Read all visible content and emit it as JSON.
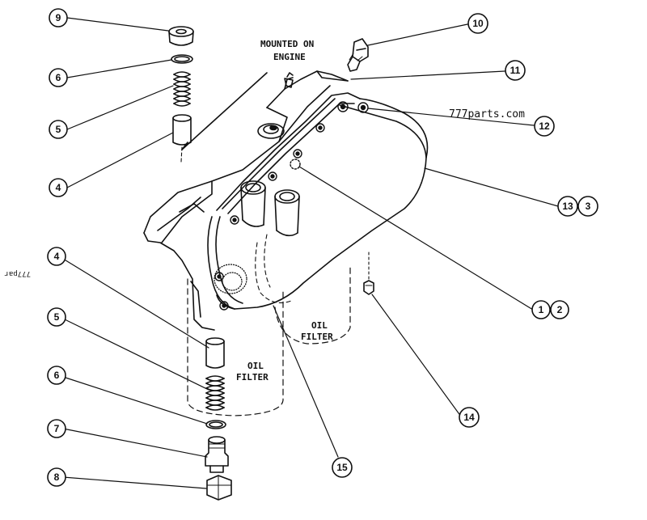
{
  "labels": {
    "mounted_on": "MOUNTED ON",
    "engine": "ENGINE",
    "oil_left": "OIL",
    "filter_left": "FILTER",
    "oil_right": "OIL",
    "filter_right": "FILTER"
  },
  "watermark": "777parts.com",
  "watermark_rotated": "777par",
  "callouts": {
    "c9": "9",
    "c6a": "6",
    "c5a": "5",
    "c4a": "4",
    "c4b": "4",
    "c5b": "5",
    "c6b": "6",
    "c7": "7",
    "c8": "8",
    "c10": "10",
    "c11": "11",
    "c12": "12",
    "c13": "13",
    "c3": "3",
    "c1": "1",
    "c2": "2",
    "c14": "14",
    "c15": "15"
  },
  "colors": {
    "ink": "#111111",
    "paper": "#ffffff"
  }
}
